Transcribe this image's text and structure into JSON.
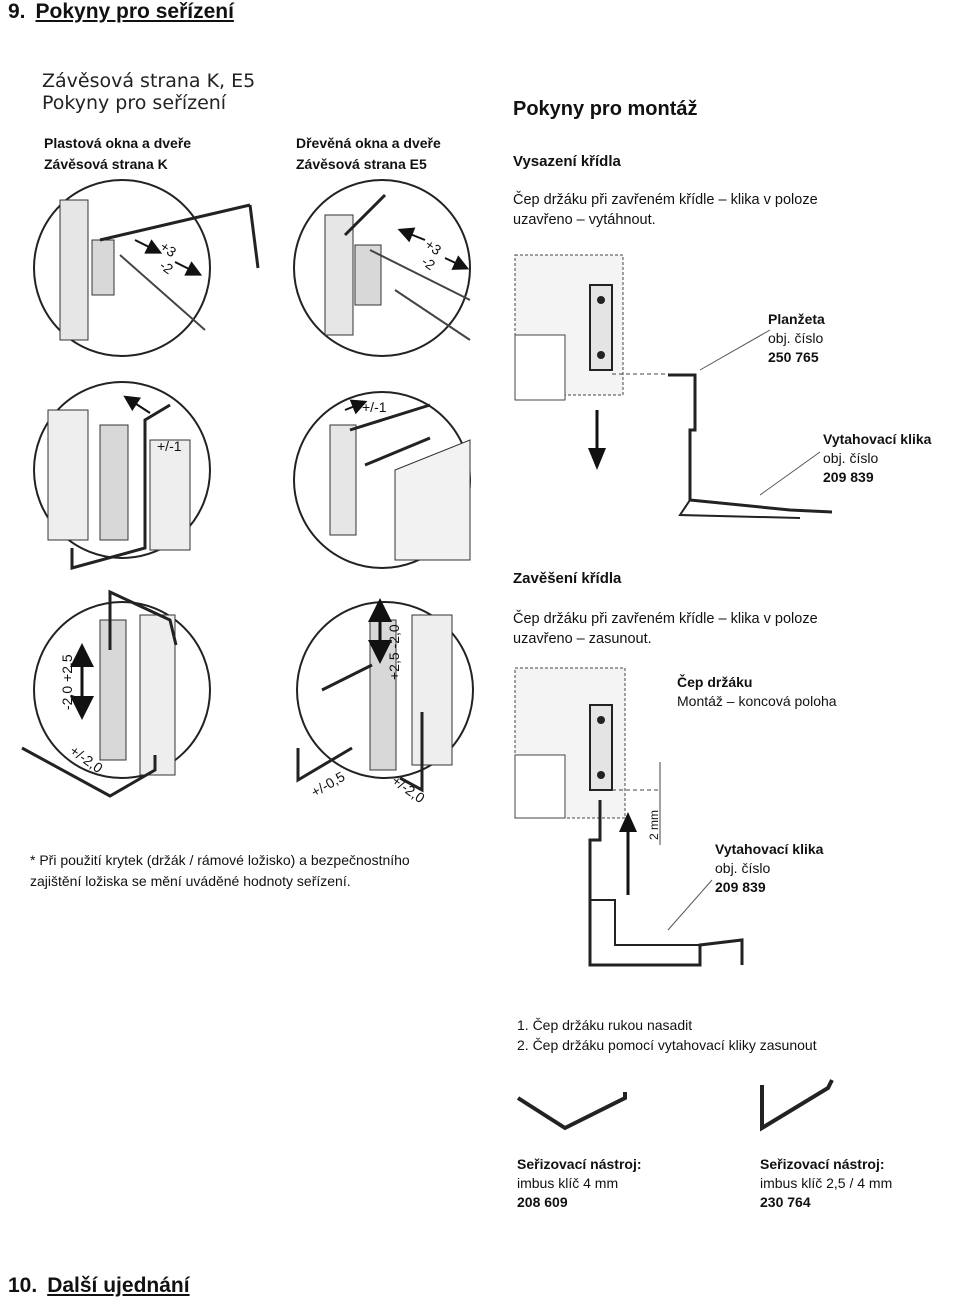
{
  "section_top": {
    "number": "9.",
    "title": "Pokyny pro seřízení"
  },
  "section_bottom": {
    "number": "10.",
    "title": "Další ujednání"
  },
  "left": {
    "title_line1": "Závěsová strana K, E5",
    "title_line2": "Pokyny pro seřízení",
    "col1_line1": "Plastová okna a dveře",
    "col1_line2": "Závěsová strana K",
    "col2_line1": "Dřevěná okna a dveře",
    "col2_line2": "Závěsová strana E5",
    "dims": {
      "d1a": "+3",
      "d1b": "-2",
      "d2a": "+3",
      "d2b": "-2",
      "d3": "+/-1",
      "d4": "+/-1",
      "d5v": "-2,0 +2,5",
      "d5h": "+/-2,0",
      "d6v": "+2,5 -2,0",
      "d6a": "+/-0,5",
      "d6b": "+/-2,0"
    },
    "note_line1": "* Při použití krytek (držák / rámové ložisko) a bezpečnostního",
    "note_line2": "zajištění ložiska se mění uváděné hodnoty seřízení."
  },
  "right": {
    "title": "Pokyny pro montáž",
    "sub1": "Vysazení křídla",
    "sub1_text1": "Čep držáku při zavřeném křídle – klika v poloze",
    "sub1_text2": "uzavřeno – vytáhnout.",
    "planzeta": {
      "name": "Planžeta",
      "obj": "obj. číslo",
      "num": "250 765"
    },
    "klika1": {
      "name": "Vytahovací klika",
      "obj": "obj. číslo",
      "num": "209 839"
    },
    "sub2": "Zavěšení křídla",
    "sub2_text1": "Čep držáku při zavřeném křídle – klika v poloze",
    "sub2_text2": "uzavřeno – zasunout.",
    "cep": {
      "name": "Čep držáku",
      "desc": "Montáž – koncová poloha"
    },
    "mm": "2 mm",
    "klika2": {
      "name": "Vytahovací klika",
      "obj": "obj. číslo",
      "num": "209 839"
    },
    "step1": "1. Čep držáku rukou nasadit",
    "step2": "2. Čep držáku pomocí vytahovací kliky zasunout"
  },
  "tools": [
    {
      "name": "Seřizovací nástroj:",
      "desc": "imbus klíč 4 mm",
      "num": "208 609"
    },
    {
      "name": "Seřizovací nástroj:",
      "desc": "imbus klíč 2,5 / 4 mm",
      "num": "230 764"
    }
  ]
}
